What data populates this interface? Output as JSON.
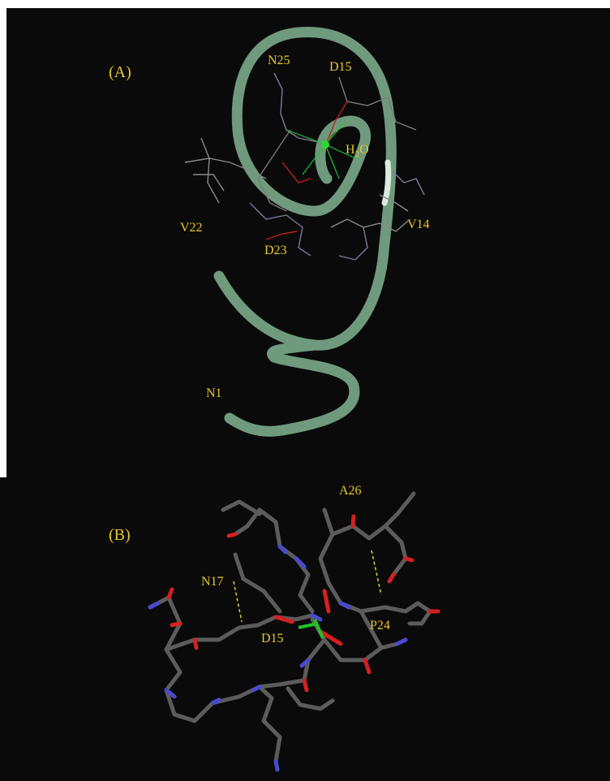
{
  "panels": [
    {
      "label": "(A)",
      "residues": {
        "n25": "N25",
        "d15": "D15",
        "water_main": "H",
        "water_sub": "2",
        "water_tail": "O",
        "v22": "V22",
        "d23": "D23",
        "v14": "V14",
        "n1": "N1"
      }
    },
    {
      "label": "(B)",
      "residues": {
        "a26": "A26",
        "n17": "N17",
        "d15": "D15",
        "p24": "P24"
      }
    }
  ],
  "colors": {
    "background": "#0a0a0a",
    "label": "#e8c82a",
    "ribbon": "#7aa386",
    "carbon": "#5a5a5a",
    "nitrogen": "#4a4ad0",
    "oxygen": "#d42020",
    "metal": "#22c12a",
    "hbond": "#e8c82a"
  }
}
